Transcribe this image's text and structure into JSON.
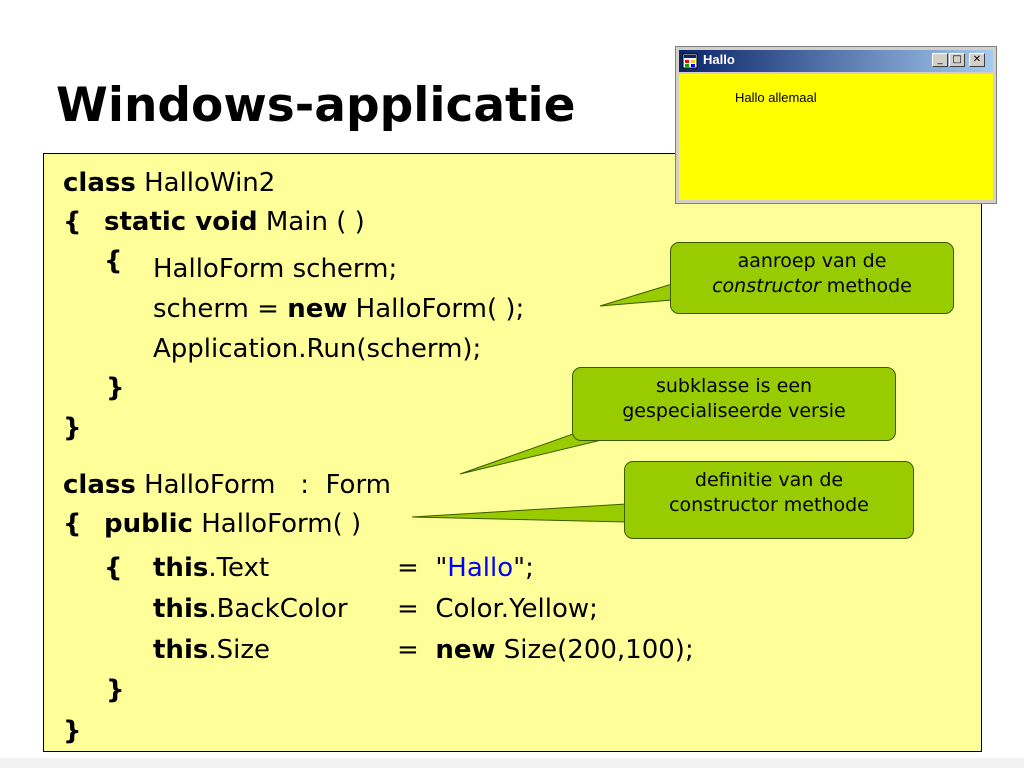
{
  "slide": {
    "title": "Windows-applicatie"
  },
  "code": {
    "l1_kw": "class",
    "l1_rest": " HalloWin2",
    "l2_brace": "{",
    "l2_kw": "static void",
    "l2_rest": " Main ( )",
    "l3_brace": "{",
    "l3_text": "HalloForm scherm;",
    "l4_a": "scherm = ",
    "l4_kw": "new",
    "l4_b": " HalloForm( );",
    "l5_text": "Application.Run(scherm);",
    "l6_brace": "}",
    "l7_brace": "}",
    "l8_kw": "class",
    "l8_rest": " HalloForm   :  Form",
    "l9_brace": "{",
    "l9_kw": "public",
    "l9_rest": " HalloForm( )",
    "l10_brace": "{",
    "l10_this": "this",
    "l10_prop": ".Text",
    "l10_eq": "=  \"",
    "l10_str": "Hallo",
    "l10_end": "\";",
    "l11_this": "this",
    "l11_prop": ".BackColor",
    "l11_eq": "=  Color.Yellow;",
    "l12_this": "this",
    "l12_prop": ".Size",
    "l12_eq": "=  ",
    "l12_kw": "new",
    "l12_end": " Size(200,100);",
    "l13_brace": "}",
    "l14_brace": "}"
  },
  "window": {
    "title": "Hallo",
    "label": "Hallo allemaal",
    "minimize_glyph": "_",
    "maximize_glyph": "□",
    "close_glyph": "✕",
    "client_color": "#ffff00"
  },
  "callouts": {
    "constructor_call": {
      "line1": "aanroep van de",
      "line2_italic": "constructor",
      "line2_rest": " methode"
    },
    "subclass": {
      "line1": "subklasse is een",
      "line2": "gespecialiseerde versie"
    },
    "constructor_def": {
      "line1": "definitie van de",
      "line2": "constructor methode"
    }
  },
  "colors": {
    "code_background": "#ffff99",
    "callout_fill": "#99cc00",
    "string_literal": "#0000ff"
  }
}
